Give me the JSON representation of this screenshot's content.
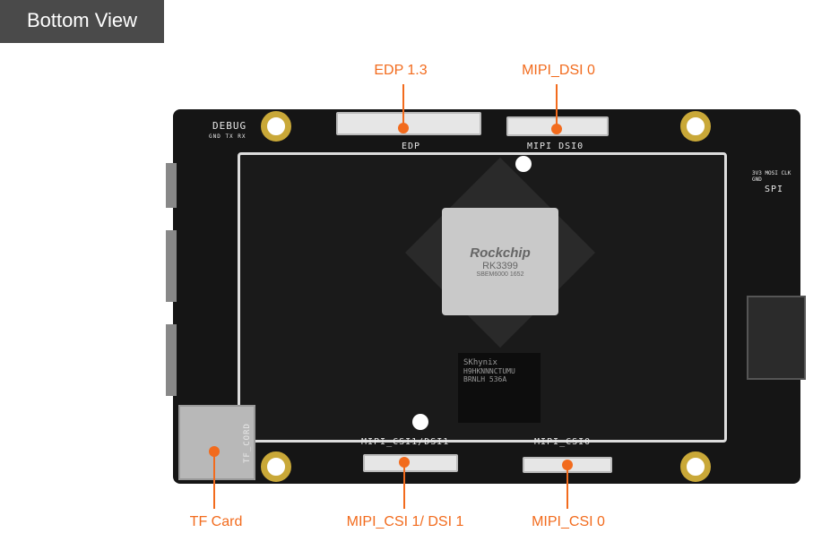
{
  "title": "Bottom View",
  "accent_color": "#f26b1d",
  "callouts": {
    "edp": "EDP 1.3",
    "mipi_dsi0": "MIPI_DSI 0",
    "tf_card": "TF Card",
    "mipi_csi1_dsi1": "MIPI_CSI 1/ DSI 1",
    "mipi_csi0": "MIPI_CSI 0"
  },
  "silkscreen": {
    "debug": "DEBUG",
    "debug_pins": "GND TX RX",
    "edp": "EDP",
    "mipi_dsi0": "MIPI DSI0",
    "spi": "SPI",
    "spi_pins": "3V3 MOSI CLK GND",
    "tf_cord": "TF_CORD",
    "mipi_csi1_dsi1": "MIPI_CSI1/DSI1",
    "mipi_csi0": "MIPI_CSI0"
  },
  "chips": {
    "soc_brand": "Rockchip",
    "soc_model": "RK3399",
    "soc_code": "SBEM6000 1652",
    "ram_brand": "SKhynix",
    "ram_code1": "H9HKNNNCTUMU",
    "ram_code2": "BRNLH 536A"
  }
}
